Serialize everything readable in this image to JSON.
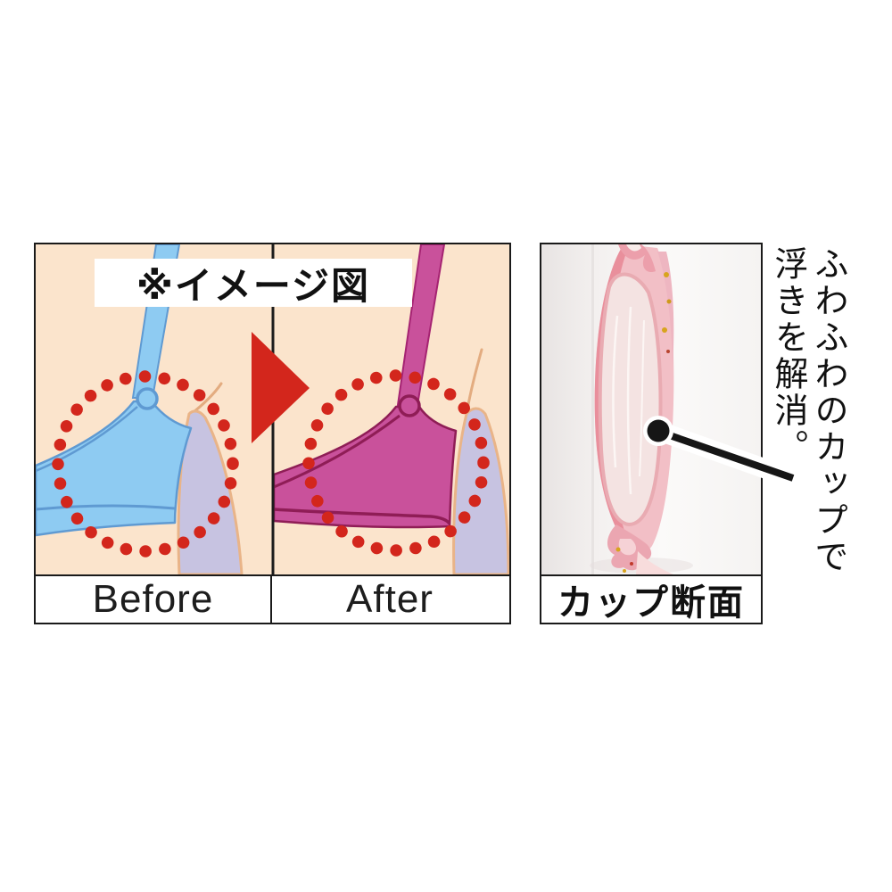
{
  "left_panel": {
    "note": "※イメージ図",
    "before_label": "Before",
    "after_label": "After",
    "before_illustration": "bra gapping at top of cup (loose fit), gap area circled with red dotted ring",
    "after_illustration": "bra fitting snugly against chest, same area circled with red dotted ring"
  },
  "right_panel": {
    "caption": "カップ断面",
    "photo_subject": "cross-section photo of padded bra cup showing fluffy inner padding"
  },
  "annotation": {
    "line1": "ふわふわのカップで",
    "line2": "浮きを解消。"
  },
  "icons": {
    "arrow": "red-arrow-right",
    "callout": "black-dot-pointer-line",
    "dotted_ring": "red-dotted-circle-highlight"
  },
  "colors": {
    "border": "#1a1a1a",
    "skin": "#fbe4cc",
    "bra_before_fill": "#8ecbf2",
    "bra_before_line": "#5f9ad2",
    "bra_after_fill": "#c9519b",
    "bra_after_line": "#8f1d56",
    "arm_fill": "#c7c3e1",
    "arm_outline": "#e9b488",
    "accent_red": "#d3261c",
    "photo_pink": "#e98f9c",
    "photo_padding": "#f4e3e2"
  }
}
